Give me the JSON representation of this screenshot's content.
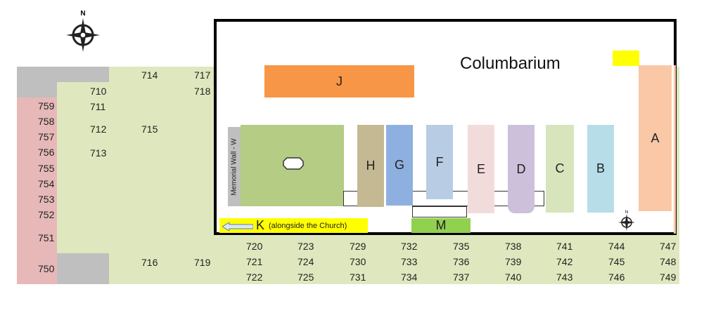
{
  "title": "Columbarium",
  "compass_letter": "N",
  "colors": {
    "pink_col": "#e6b8b8",
    "green_bg": "#dfe7be",
    "gray": "#bfbfbf",
    "orange": "#f79646",
    "yellow": "#ffff00",
    "peach": "#fac8a6",
    "memorial_green": "#9bbb59"
  },
  "left_column": [
    "759",
    "758",
    "757",
    "756",
    "755",
    "754",
    "753",
    "752",
    "751",
    "750"
  ],
  "grid_plots_top": [
    "710",
    "711",
    "712",
    "713",
    "714",
    "715",
    "717",
    "718"
  ],
  "grid_plots_bottom": [
    "716",
    "719"
  ],
  "bottom_rows": {
    "row1": [
      "720",
      "723",
      "729",
      "732",
      "735",
      "738",
      "741",
      "744",
      "747"
    ],
    "row2": [
      "721",
      "724",
      "730",
      "733",
      "736",
      "739",
      "742",
      "745",
      "748"
    ],
    "row3": [
      "722",
      "725",
      "731",
      "734",
      "737",
      "740",
      "743",
      "746",
      "749"
    ]
  },
  "sections": {
    "J": "J",
    "H": "H",
    "G": "G",
    "F": "F",
    "E": "E",
    "D": "D",
    "C": "C",
    "B": "B",
    "A": "A",
    "M": "M",
    "K": "K",
    "K_note": "(alongside the Church)",
    "memorial_wall": "Memorial Wall - W"
  },
  "icons": {
    "compass": "compass-rose-icon",
    "arrow": "left-arrow-icon",
    "fountain": "fountain-icon"
  }
}
